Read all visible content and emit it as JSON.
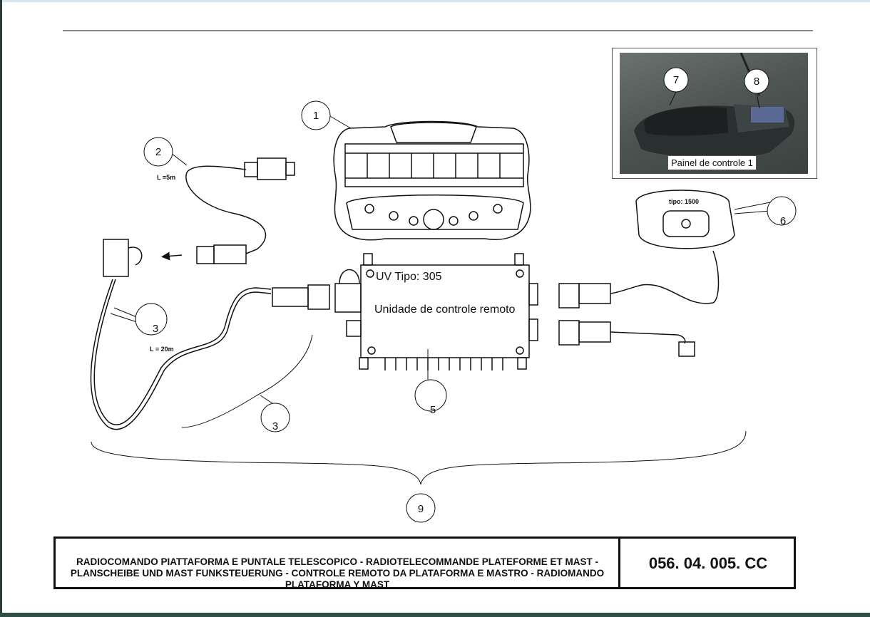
{
  "callouts": [
    "1",
    "2",
    "3",
    "3",
    "5",
    "6",
    "7",
    "8",
    "9"
  ],
  "cable_lengths": {
    "short": "L =5m",
    "long": "L = 20m"
  },
  "remote_type_label": "tipo: 1500",
  "receiver": {
    "type_label": "UV Tipo: 305",
    "name": "Unidade de controle remoto"
  },
  "photo": {
    "caption": "Painel de controle 1"
  },
  "title_block": {
    "description": "RADIOCOMANDO PIATTAFORMA E PUNTALE TELESCOPICO  -  RADIOTELECOMMANDE PLATEFORME ET MAST  -  PLANSCHEIBE UND MAST FUNKSTEUERUNG  -  CONTROLE REMOTO DA PLATAFORMA E MASTRO  - RADIOMANDO PLATAFORMA Y MAST",
    "code": "056. 04. 005. CC"
  },
  "colors": {
    "line": "#111111",
    "frame_left": "#2c3a3a",
    "frame_bottom": "#2f4f46"
  }
}
